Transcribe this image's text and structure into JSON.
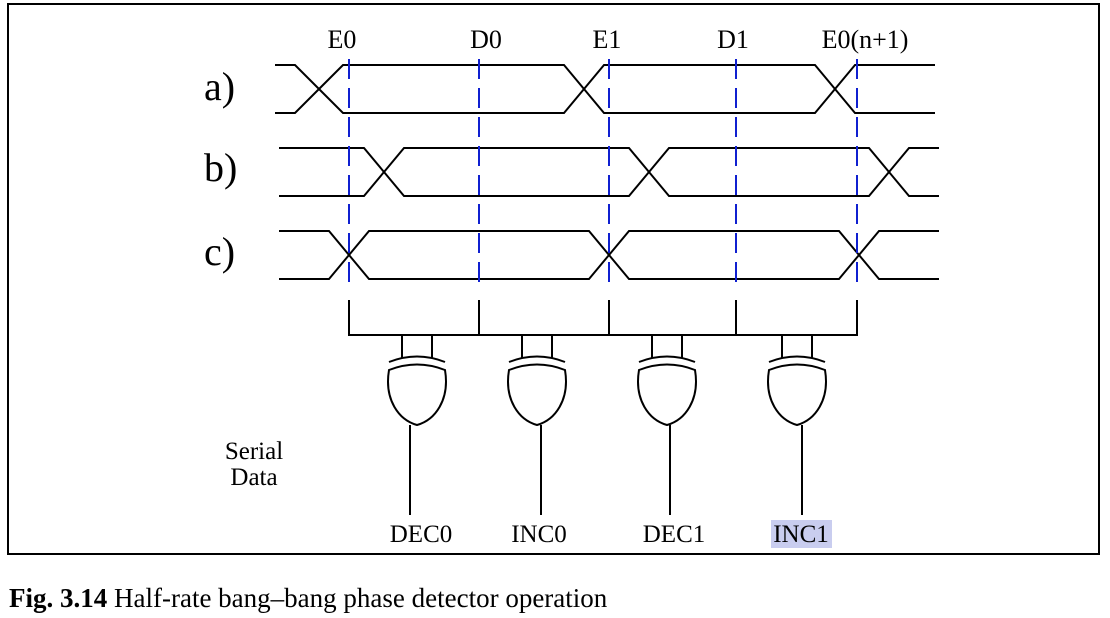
{
  "marker_labels": [
    "E0",
    "D0",
    "E1",
    "D1",
    "E0(n+1)"
  ],
  "row_labels": [
    "a)",
    "b)",
    "c)"
  ],
  "side_label": [
    "Serial",
    "Data"
  ],
  "outputs": [
    "DEC0",
    "INC0",
    "DEC1",
    "INC1"
  ],
  "highlighted_output": "INC1",
  "highlight_color": "#c9cdef",
  "marker_color": "#1020d0",
  "caption": {
    "label": "Fig. 3.14",
    "text": "Half-rate bang–bang phase detector operation"
  }
}
